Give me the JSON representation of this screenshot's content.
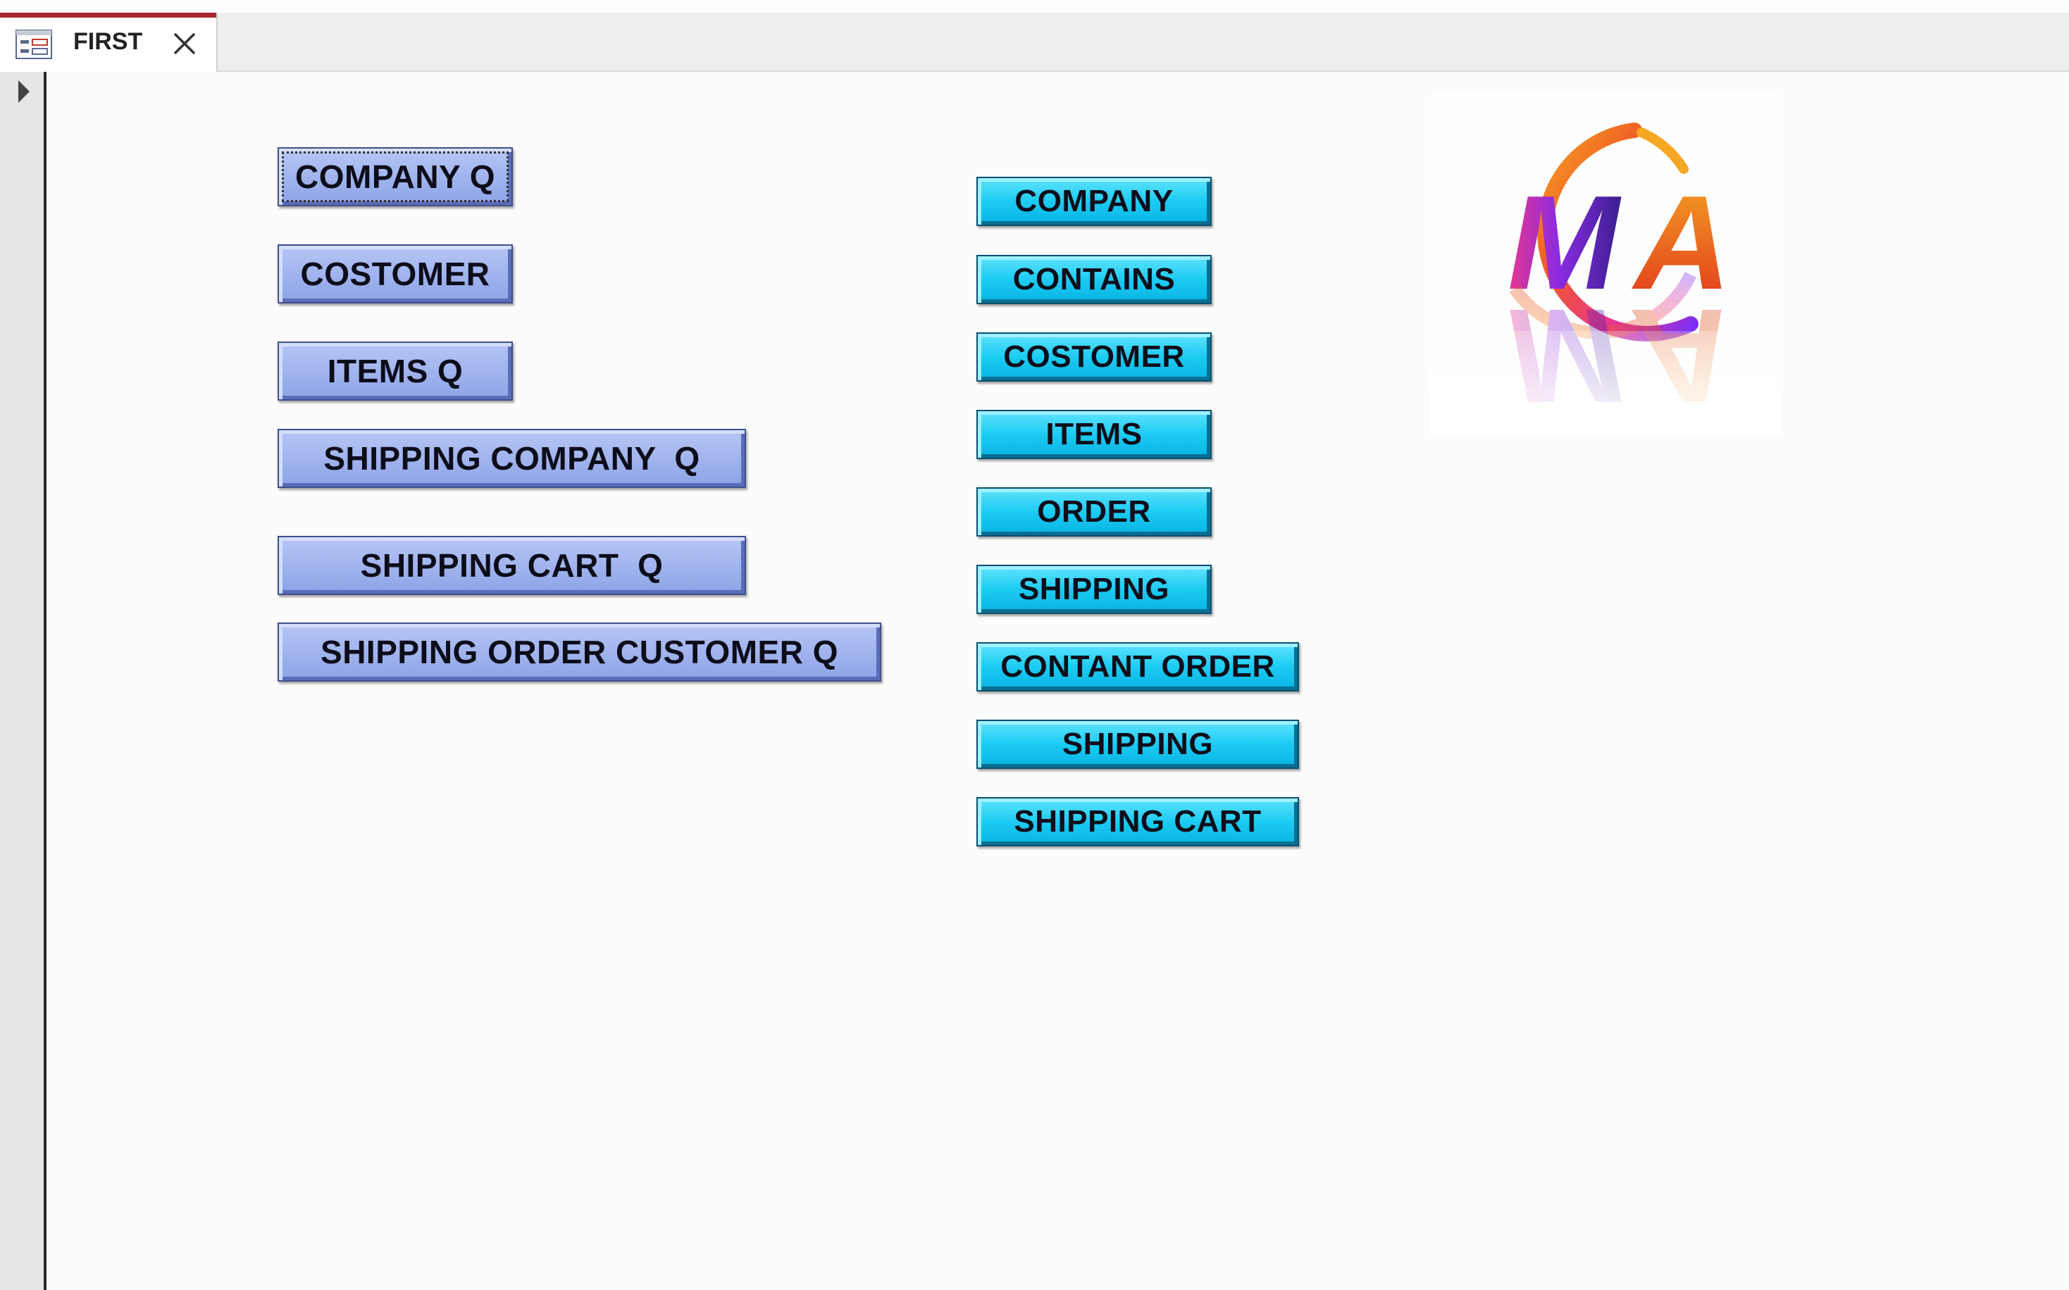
{
  "tab": {
    "title": "FIRST",
    "icon": "form-icon",
    "close_icon": "close-icon",
    "accent_color": "#a4262c"
  },
  "selector": {
    "icon": "record-selector-arrow-icon"
  },
  "query_buttons": {
    "company_q": "COMPANY Q",
    "costomer": "COSTOMER",
    "items_q": "ITEMS Q",
    "shipping_company_q": "SHIPPING COMPANY  Q",
    "shipping_cart_q": "SHIPPING CART  Q",
    "shipping_order_customer_q": "SHIPPING ORDER CUSTOMER Q",
    "color": "#a3b6ef"
  },
  "table_buttons": {
    "company": "COMPANY",
    "contains": "CONTAINS",
    "costomer": "COSTOMER",
    "items": "ITEMS",
    "order": "ORDER",
    "shipping": "SHIPPING",
    "contant_order": "CONTANT ORDER",
    "shipping_2": "SHIPPING",
    "shipping_cart": "SHIPPING CART",
    "color": "#1ccbf2"
  },
  "logo": {
    "text": "MA",
    "colors": [
      "#f5a623",
      "#e8368f",
      "#7b2ff7",
      "#3a1f8f",
      "#f15a24"
    ]
  }
}
